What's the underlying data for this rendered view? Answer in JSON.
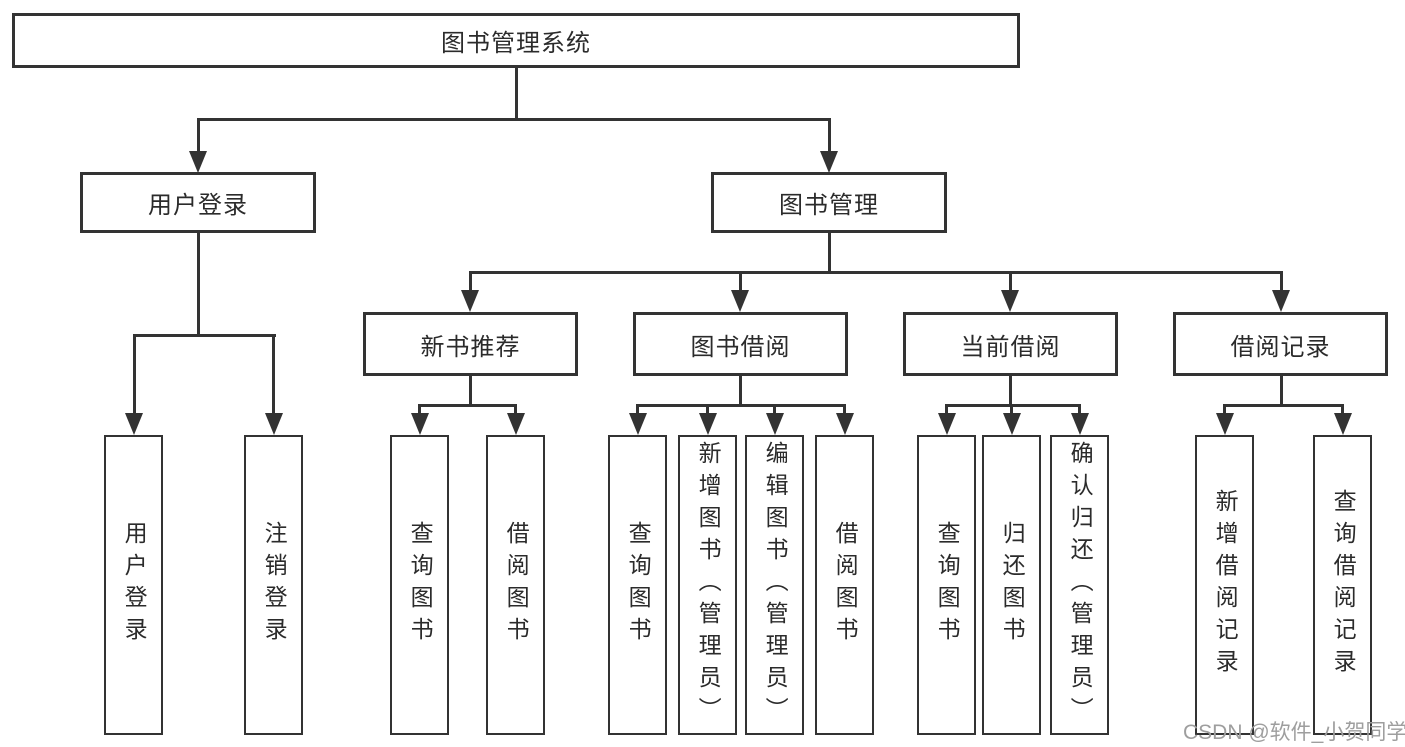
{
  "diagram_title": "图书管理系统",
  "tree": {
    "root": "图书管理系统",
    "l2": [
      "用户登录",
      "图书管理"
    ],
    "l3": [
      "新书推荐",
      "图书借阅",
      "当前借阅",
      "借阅记录"
    ],
    "l4_groups": [
      {
        "parent": "用户登录",
        "children": [
          "用户登录",
          "注销登录"
        ]
      },
      {
        "parent": "新书推荐",
        "children": [
          "查询图书",
          "借阅图书"
        ]
      },
      {
        "parent": "图书借阅",
        "children": [
          "查询图书",
          "新增图书（管理员）",
          "编辑图书（管理员）",
          "借阅图书"
        ]
      },
      {
        "parent": "当前借阅",
        "children": [
          "查询图书",
          "归还图书",
          "确认归还（管理员）"
        ]
      },
      {
        "parent": "借阅记录",
        "children": [
          "新增借阅记录",
          "查询借阅记录"
        ]
      }
    ]
  },
  "watermark": {
    "text": "CSDN @软件_小贺同学",
    "color": "#9e9e9e"
  },
  "colors": {
    "line": "#333333",
    "box_border": "#333333",
    "box_fill": "#ffffff",
    "text": "#2b2b2b",
    "background": "#ffffff"
  }
}
